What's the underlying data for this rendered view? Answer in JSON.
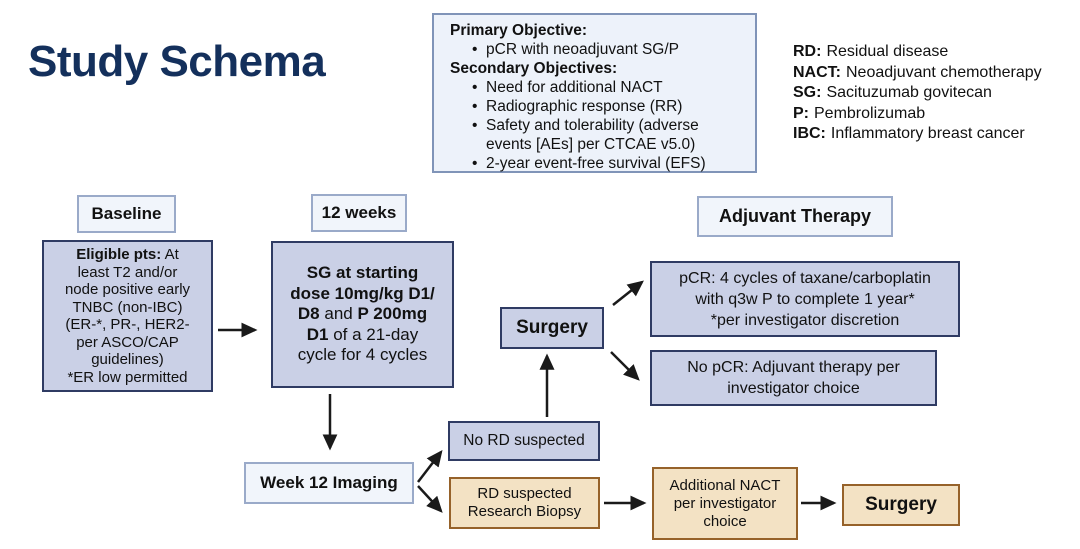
{
  "title": "Study Schema",
  "palette": {
    "title_navy": "#14305c",
    "lavender_fill": "#cad0e6",
    "lavender_border": "#2f3b63",
    "tan_fill": "#f3e2c4",
    "tan_border": "#96622a",
    "light_fill": "#f1f5fb",
    "light_border": "#9aaac9",
    "objectives_fill": "#edf2fa",
    "objectives_border": "#8094b8",
    "arrow_color": "#1a1a1a"
  },
  "objectives": {
    "primary_heading": "Primary Objective:",
    "primary_items": [
      "pCR with neoadjuvant SG/P"
    ],
    "secondary_heading": "Secondary Objectives:",
    "secondary_items": [
      "Need for additional NACT",
      "Radiographic response (RR)",
      "Safety and tolerability (adverse events [AEs] per CTCAE v5.0)",
      "2-year event-free survival (EFS)"
    ]
  },
  "legend": {
    "items": [
      {
        "abbr": "RD:",
        "def": "Residual disease"
      },
      {
        "abbr": "NACT:",
        "def": "Neoadjuvant chemotherapy"
      },
      {
        "abbr": "SG:",
        "def": "Sacituzumab govitecan"
      },
      {
        "abbr": "P:",
        "def": "Pembrolizumab"
      },
      {
        "abbr": "IBC:",
        "def": "Inflammatory breast cancer"
      }
    ]
  },
  "labels": {
    "baseline": "Baseline",
    "twelve_weeks": "12 weeks",
    "adjuvant_therapy": "Adjuvant Therapy"
  },
  "eligible": {
    "bold": "Eligible pts:",
    "first_line_rest": " At",
    "lines": [
      "least T2 and/or",
      "node positive early",
      "TNBC (non-IBC)",
      "(ER-*, PR-, HER2-",
      "per ASCO/CAP",
      "guidelines)",
      "*ER low permitted"
    ]
  },
  "sg": {
    "l1": "SG at starting",
    "l2": "dose 10mg/kg D1/",
    "l3a": "D8",
    "l3b": " and ",
    "l3c": "P 200mg",
    "l4a": "D1",
    "l4b": " of a 21-day",
    "l5": "cycle for 4 cycles"
  },
  "surgery_mid": "Surgery",
  "pcr": {
    "line1": "pCR: 4 cycles of taxane/carboplatin",
    "line2": "with q3w P to complete 1 year*",
    "line3": "*per investigator discretion"
  },
  "no_pcr": "No pCR: Adjuvant therapy per investigator choice",
  "week12_imaging": "Week 12 Imaging",
  "no_rd": "No RD suspected",
  "rd": {
    "line1": "RD suspected",
    "line2": "Research Biopsy"
  },
  "additional_nact": "Additional NACT per investigator choice",
  "surgery_bottom": "Surgery"
}
